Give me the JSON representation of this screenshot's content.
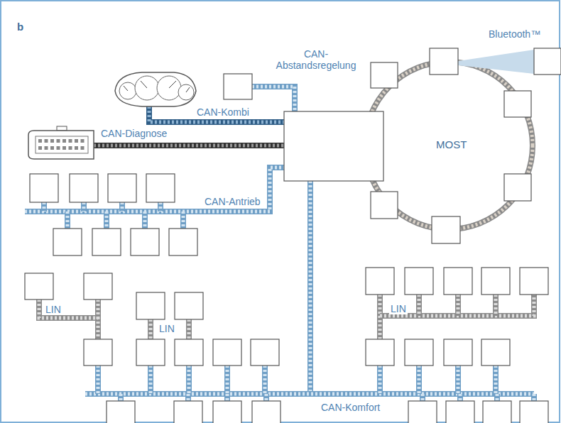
{
  "diagram": {
    "labels": [
      "b",
      "CAN- Abstandsregelung",
      "CAN-Kombi",
      "CAN-Diagnose",
      "CAN-Antrieb",
      "MOST",
      "Bluetooth™",
      "LIN",
      "LIN",
      "LIN",
      "CAN-Komfort"
    ]
  }
}
